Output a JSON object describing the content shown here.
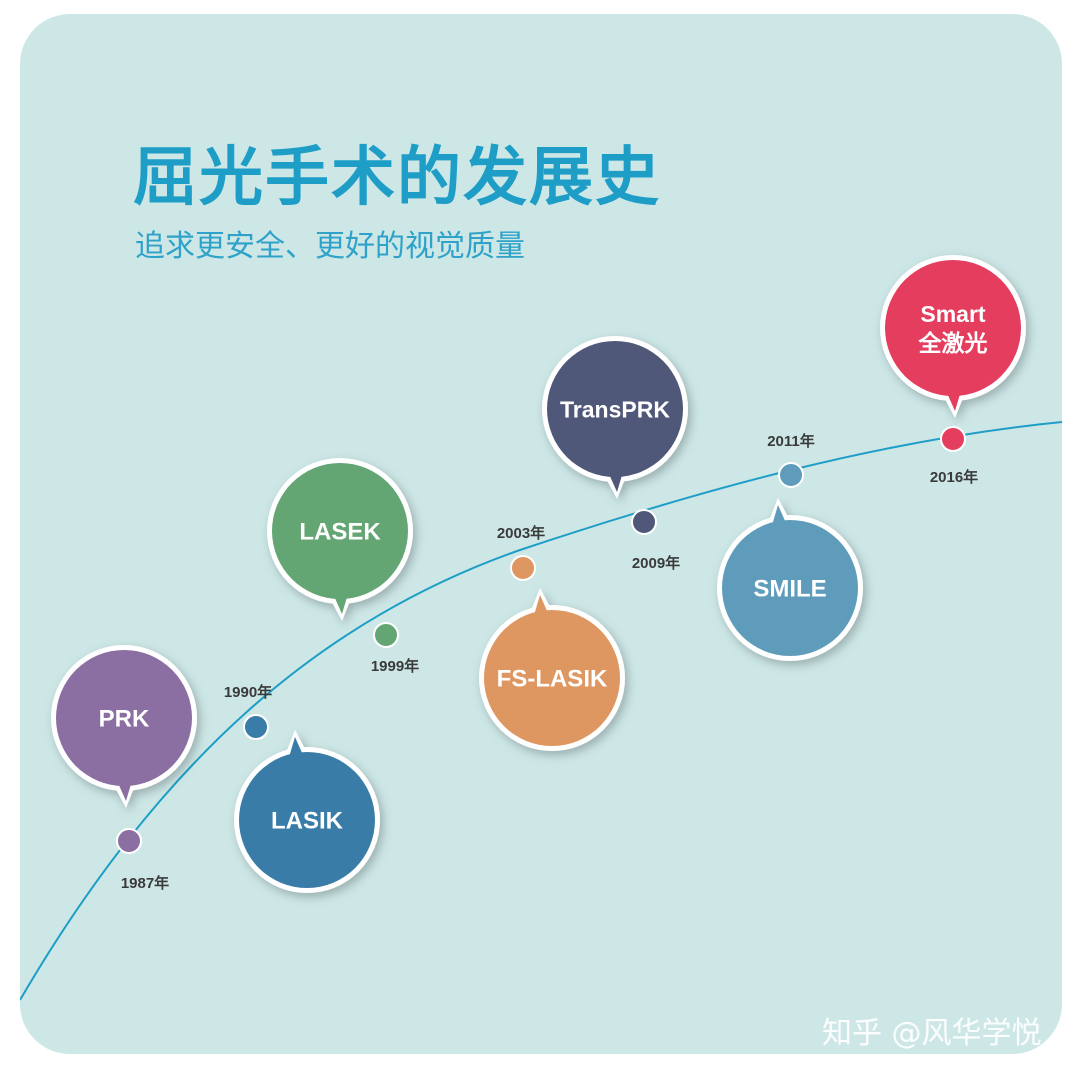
{
  "title": "屈光手术的发展史",
  "subtitle": "追求更安全、更好的视觉质量",
  "watermark": "知乎 @风华学悦",
  "colors": {
    "background": "#cde7e7",
    "title": "#1e9ec7",
    "timeline": "#1e9ec7"
  },
  "milestones": [
    {
      "id": "prk",
      "label": [
        "PRK"
      ],
      "year": "1987年",
      "color": "#8b6fa2"
    },
    {
      "id": "lasik",
      "label": [
        "LASIK"
      ],
      "year": "1990年",
      "color": "#3a7ca8"
    },
    {
      "id": "lasek",
      "label": [
        "LASEK"
      ],
      "year": "1999年",
      "color": "#64a574"
    },
    {
      "id": "fs-lasik",
      "label": [
        "FS-LASIK"
      ],
      "year": "2003年",
      "color": "#de9760"
    },
    {
      "id": "transprk",
      "label": [
        "TransPRK"
      ],
      "year": "2009年",
      "color": "#4f5878"
    },
    {
      "id": "smile",
      "label": [
        "SMILE"
      ],
      "year": "2011年",
      "color": "#5f9cbb"
    },
    {
      "id": "smart",
      "label": [
        "Smart",
        "全激光"
      ],
      "year": "2016年",
      "color": "#e43d5e"
    }
  ]
}
